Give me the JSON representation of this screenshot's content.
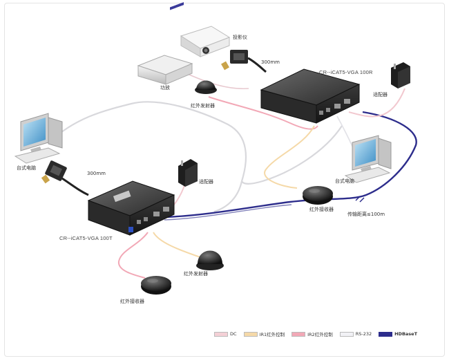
{
  "labels": {
    "projector": "投影仪",
    "amplifier": "功放",
    "ir_emitter_top": "红外发射器",
    "adapter_top": "适配器",
    "receiver_model": "CR--iCAT5-VGA 100R",
    "cable_top": "300mm",
    "desktop_left": "台式电脑",
    "cable_left": "300mm",
    "adapter_left": "适配器",
    "sender_model": "CR--iCAT5-VGA 100T",
    "ir_receiver_mid": "红外接收器",
    "desktop_right": "台式电脑",
    "distance": "传输距离≤100m",
    "ir_emitter_bottom": "红外发射器",
    "ir_receiver_bottom": "红外接收器"
  },
  "legend": [
    {
      "label": "DC",
      "color": "#f4d0d6"
    },
    {
      "label": "IR1红外控制",
      "color": "#f5d9a8"
    },
    {
      "label": "IR2红外控制",
      "color": "#f2a8b6"
    },
    {
      "label": "RS-232",
      "color": "#f2f2f6"
    },
    {
      "label": "HDBaseT",
      "color": "#2d2d8c"
    }
  ]
}
